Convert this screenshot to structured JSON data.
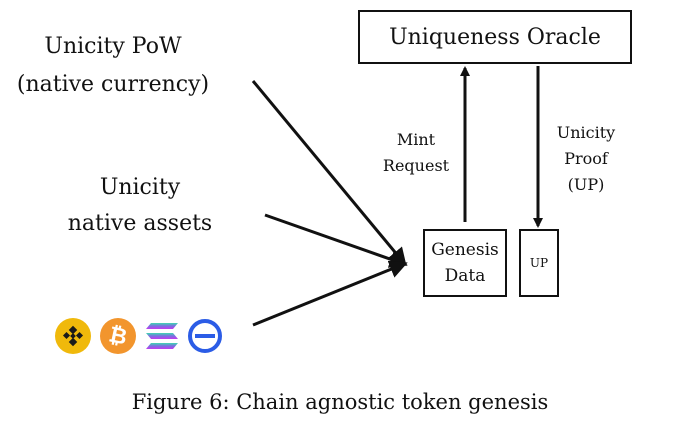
{
  "sources": {
    "pow": {
      "line1": "Unicity PoW",
      "line2": "(native currency)"
    },
    "native_assets": {
      "line1": "Unicity",
      "line2": "native assets"
    },
    "external_chains": [
      {
        "name": "bnb-icon",
        "color": "#F0B90B"
      },
      {
        "name": "bitcoin-icon",
        "glyph": "₿",
        "color": "#F7931A"
      },
      {
        "name": "solana-icon",
        "color": "#9945FF"
      },
      {
        "name": "ethereum-name-icon",
        "color": "#2B5CE6"
      }
    ]
  },
  "nodes": {
    "oracle": "Uniqueness Oracle",
    "genesis": {
      "line1": "Genesis",
      "line2": "Data"
    },
    "up": "UP"
  },
  "edges": {
    "mint_request": {
      "line1": "Mint",
      "line2": "Request"
    },
    "unicity_proof": {
      "line1": "Unicity",
      "line2": "Proof",
      "line3": "(UP)"
    }
  },
  "caption": "Figure 6:  Chain agnostic token genesis"
}
